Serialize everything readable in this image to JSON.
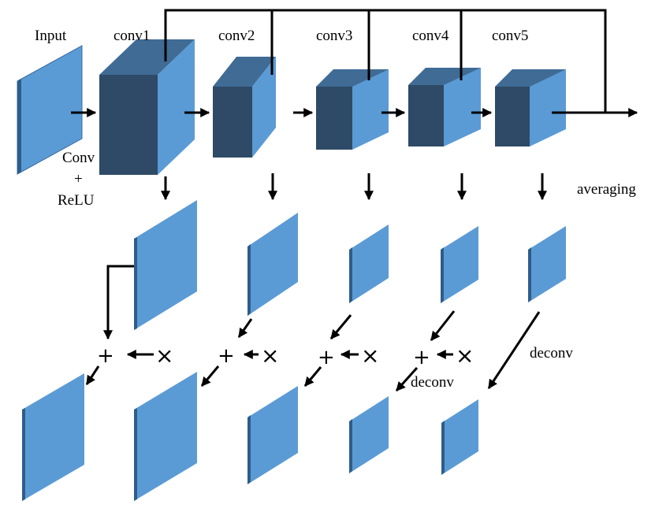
{
  "labels": {
    "input": "Input",
    "conv1": "conv1",
    "conv2": "conv2",
    "conv3": "conv3",
    "conv4": "conv4",
    "conv5": "conv5",
    "conv_line1": "Conv",
    "conv_line2": "+",
    "conv_line3": "ReLU",
    "averaging": "averaging",
    "deconv_a": "deconv",
    "deconv_b": "deconv"
  },
  "symbols": {
    "plus": "+",
    "times": "×"
  },
  "colors": {
    "feature_map_face": "#5b9bd5",
    "block_front": "#2e4a66",
    "block_top": "#3f6b95",
    "lines": "#000000"
  }
}
